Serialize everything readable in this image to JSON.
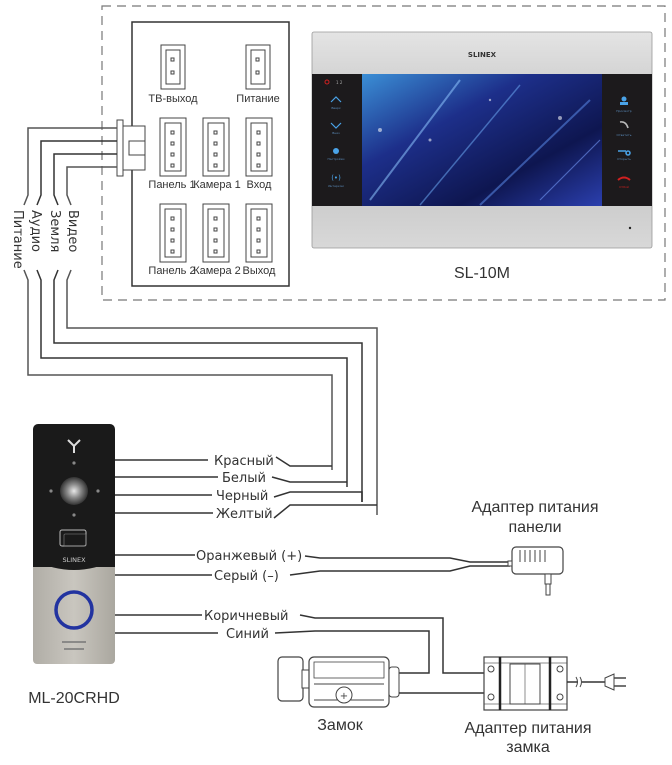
{
  "monitor": {
    "model": "SL-10M",
    "brand": "SLINEX",
    "left_buttons": [
      "1 2",
      "Вверх",
      "Вниз",
      "Настройки",
      "Интерком"
    ],
    "right_buttons": [
      "Просмотр",
      "Ответить",
      "Открыть",
      "Отбой"
    ],
    "connectors": {
      "tv_out": "ТВ-выход",
      "power": "Питание",
      "panel1": "Панель 1",
      "camera1": "Камера 1",
      "input": "Вход",
      "panel2": "Панель 2",
      "camera2": "Камера 2",
      "output": "Выход"
    }
  },
  "cable_labels": {
    "power": "Питание",
    "audio": "Аудио",
    "ground": "Земля",
    "video": "Видео"
  },
  "panel": {
    "model": "ML-20CRHD",
    "brand": "SLINEX"
  },
  "wires": {
    "red": "Красный",
    "white": "Белый",
    "black": "Черный",
    "yellow": "Желтый",
    "orange": "Оранжевый (+)",
    "gray": "Серый (–)",
    "brown": "Коричневый",
    "blue": "Синий"
  },
  "panel_adapter": {
    "line1": "Адаптер питания",
    "line2": "панели"
  },
  "lock": {
    "label": "Замок"
  },
  "lock_adapter": {
    "line1": "Адаптер питания",
    "line2": "замка"
  }
}
